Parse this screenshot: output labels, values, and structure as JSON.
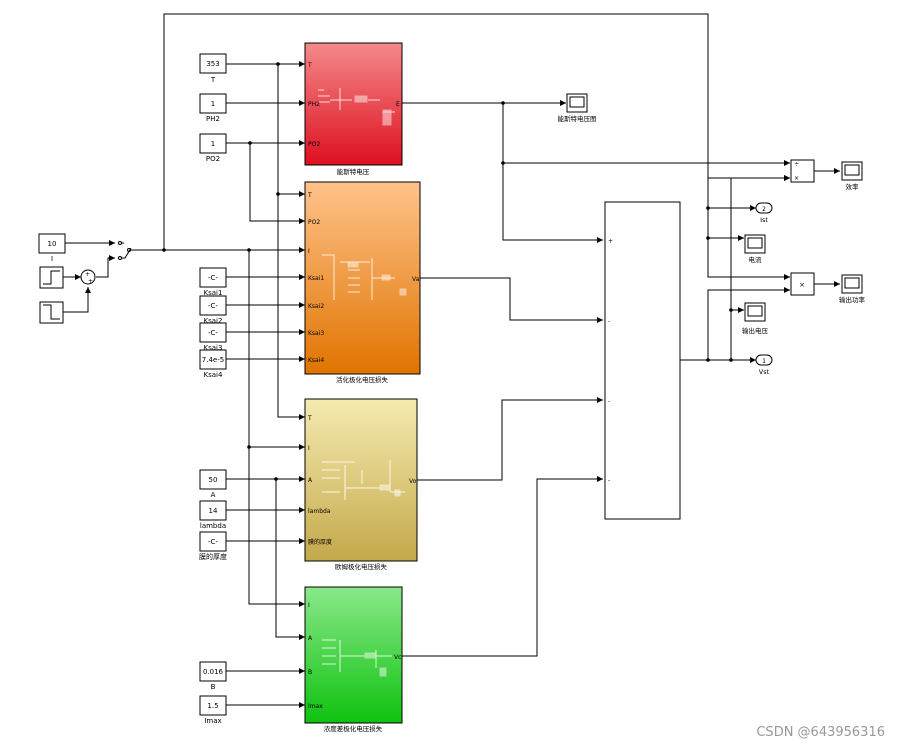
{
  "colors": {
    "red_top": "#f48a8a",
    "red_bottom": "#dd0f1f",
    "orange_top": "#ffc38c",
    "orange_bottom": "#e07400",
    "yellow_top": "#f5ebb0",
    "yellow_bottom": "#c4a94b",
    "green_top": "#8ae88a",
    "green_bottom": "#0fc20f"
  },
  "constants": {
    "T": {
      "value": "353",
      "label": "T"
    },
    "PH2": {
      "value": "1",
      "label": "PH2"
    },
    "PO2": {
      "value": "1",
      "label": "PO2"
    },
    "I": {
      "value": "10",
      "label": "I"
    },
    "Ksai1": {
      "value": "-C-",
      "label": "Ksai1"
    },
    "Ksai2": {
      "value": "-C-",
      "label": "Ksai2"
    },
    "Ksai3": {
      "value": "-C-",
      "label": "Ksai3"
    },
    "Ksai4": {
      "value": "7.4e-5",
      "label": "Ksai4"
    },
    "A": {
      "value": "50",
      "label": "A"
    },
    "lambda": {
      "value": "14",
      "label": "lambda"
    },
    "thickness": {
      "value": "-C-",
      "label": "膜的厚度"
    },
    "B": {
      "value": "0.016",
      "label": "B"
    },
    "Imax": {
      "value": "1.5",
      "label": "Imax"
    }
  },
  "subsystems": {
    "nernst": {
      "label": "能斯特电压",
      "inports": [
        "T",
        "PH2",
        "PO2"
      ],
      "outport": "E"
    },
    "activation": {
      "label": "活化极化电压损失",
      "inports": [
        "T",
        "PO2",
        "I",
        "Ksai1",
        "Ksai2",
        "Ksai3",
        "Ksai4"
      ],
      "outport": "Va"
    },
    "ohmic": {
      "label": "欧姆极化电压损失",
      "inports": [
        "T",
        "I",
        "A",
        "lambda",
        "膜的厚度"
      ],
      "outport": "Vo"
    },
    "concentration": {
      "label": "浓度差极化电压损失",
      "inports": [
        "I",
        "A",
        "B",
        "Imax"
      ],
      "outport": "Vc"
    }
  },
  "sum_ports": [
    "+",
    "-",
    "-",
    "-"
  ],
  "sum_small_signs": [
    "+",
    "+"
  ],
  "product_signs": [
    "÷",
    "×"
  ],
  "product2_sign": "×",
  "scopes": {
    "nernst": "能斯特电压图",
    "efficiency": "效率",
    "current": "电流",
    "voltage": "输出电压",
    "power": "输出功率"
  },
  "outports": {
    "Ist": {
      "num": "2",
      "label": "Ist"
    },
    "Vst": {
      "num": "1",
      "label": "Vst"
    }
  },
  "watermark": "CSDN @643956316"
}
